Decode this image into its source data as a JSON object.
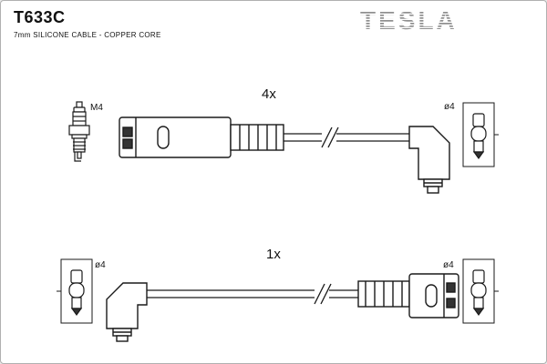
{
  "header": {
    "part_number": "T633C",
    "subtitle": "7mm SILICONE CABLE - COPPER CORE",
    "brand": "TESLA"
  },
  "assemblies": {
    "top": {
      "quantity_label": "4x",
      "plug_thread_label": "M4",
      "terminal_diameter_label": "ø4"
    },
    "bottom": {
      "quantity_label": "1x",
      "left_terminal_label": "ø4",
      "right_terminal_label": "ø4"
    }
  },
  "diagram": {
    "parts": [
      "spark-plug",
      "straight-boot-with-ribs",
      "cable-with-break",
      "angled-boot",
      "terminal-pin-in-box"
    ]
  },
  "colors": {
    "line": "#1a1a1a",
    "brand_gray": "#8f8f8f",
    "background": "#ffffff"
  }
}
